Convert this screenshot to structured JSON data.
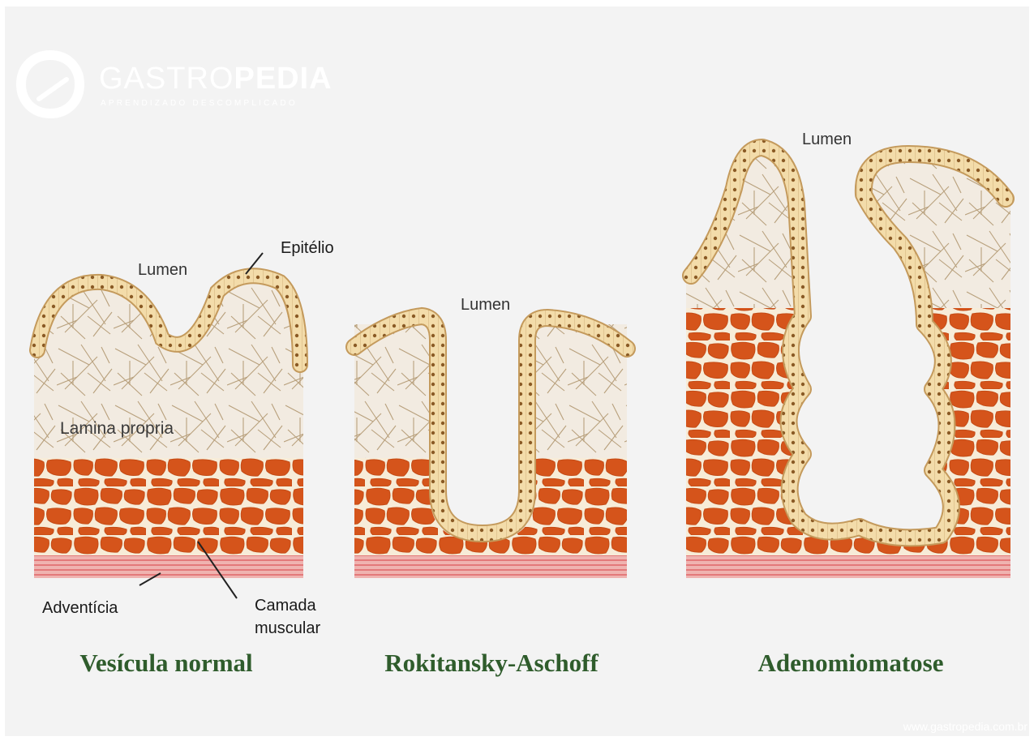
{
  "logo": {
    "name_light": "GASTRO",
    "name_bold": "PEDIA",
    "tagline": "APRENDIZADO DESCOMPLICADO"
  },
  "labels": {
    "lumen": "Lumen",
    "epitelio": "Epitélio",
    "lamina_propria": "Lamina propria",
    "adventicia": "Adventícia",
    "camada_line1": "Camada",
    "camada_line2": "muscular"
  },
  "captions": {
    "normal": "Vesícula normal",
    "rokitansky": "Rokitansky-Aschoff",
    "adeno": "Adenomiomatose"
  },
  "website": "www.gastropedia.com.br",
  "colors": {
    "caption_green": "#2f5c2c",
    "muscle": "#d5541b",
    "muscle_gap": "#f7ecd8",
    "lamina": "#f2ebe1",
    "fiber": "#b8a07c",
    "epithelium": "#f3dcaa",
    "nucleus": "#8a5a25",
    "adventitia": "#e3797a"
  }
}
